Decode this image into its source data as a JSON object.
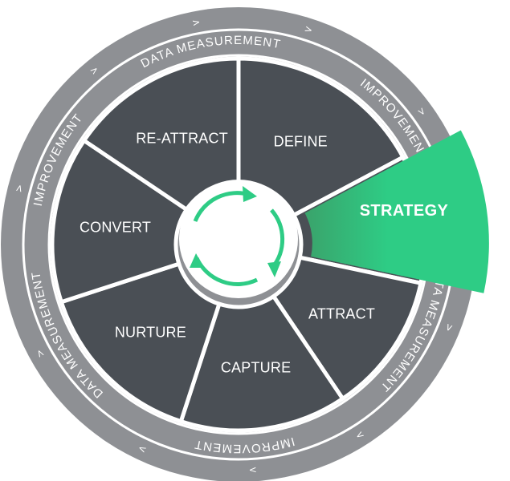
{
  "segments": [
    {
      "label": "DEFINE"
    },
    {
      "label": "STRATEGY"
    },
    {
      "label": "ATTRACT"
    },
    {
      "label": "CAPTURE"
    },
    {
      "label": "NURTURE"
    },
    {
      "label": "CONVERT"
    },
    {
      "label": "RE-ATTRACT"
    }
  ],
  "outer_ring": {
    "arcs": [
      {
        "text": "IMPROVEMENT"
      },
      {
        "text": "DATA MEASUREMENT"
      },
      {
        "text": "IMPROVEMENT"
      },
      {
        "text": "DATA MEASUREMENT"
      },
      {
        "text": "IMPROVEMENT"
      },
      {
        "text": "DATA MEASUREMENT"
      }
    ]
  },
  "highlight": {
    "label": "STRATEGY",
    "color": "#2ecc85"
  },
  "colors": {
    "segment": "#4a4f55",
    "ring_outer": "#8e9094",
    "ring_inner": "#a9abae",
    "divider": "#ffffff",
    "cycle_arrows": "#2ecc85"
  },
  "icons": {
    "center": "cycle-arrows-icon",
    "ring_markers": "chevron-icon"
  }
}
